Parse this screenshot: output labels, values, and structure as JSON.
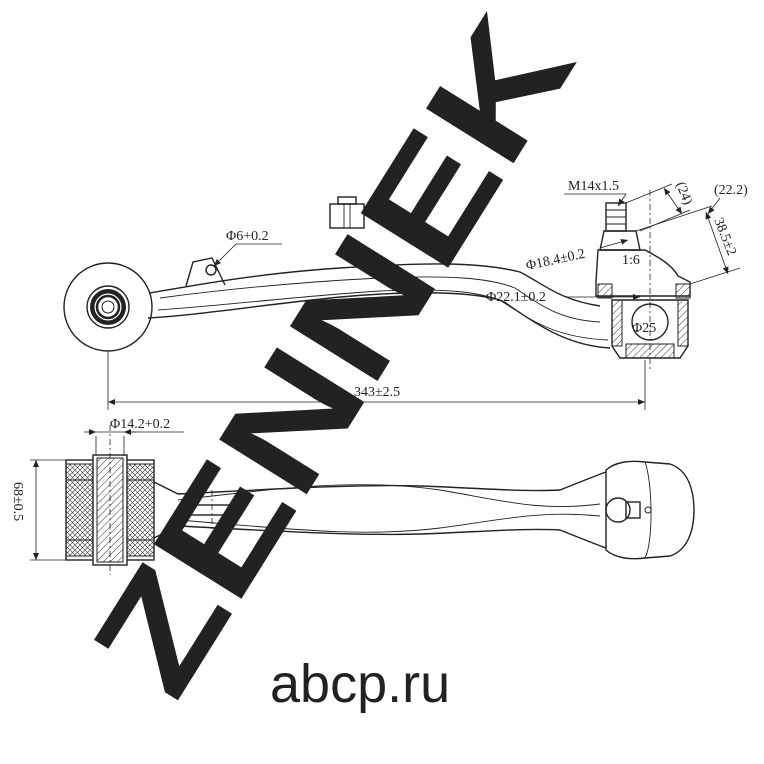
{
  "watermark": {
    "brand": "ZENNEK",
    "site": "abcp.ru",
    "colors": {
      "brand": "#dcdcdc",
      "site": "#d6d6d6"
    }
  },
  "dimensions": {
    "hole_dia": "Φ6+0.2",
    "thread": "M14x1.5",
    "stud_len": "(24)",
    "ball_offset": "(22.2)",
    "ball_height": "38.5±2",
    "taper": "1:6",
    "stud_dia": "Φ18.4±0.2",
    "boot_dia": "Φ22.1±0.2",
    "ball_dia": "Φ25",
    "length": "343±2.5",
    "bush_bore": "Φ14.2+0.2",
    "bush_width": "68±0.5"
  }
}
